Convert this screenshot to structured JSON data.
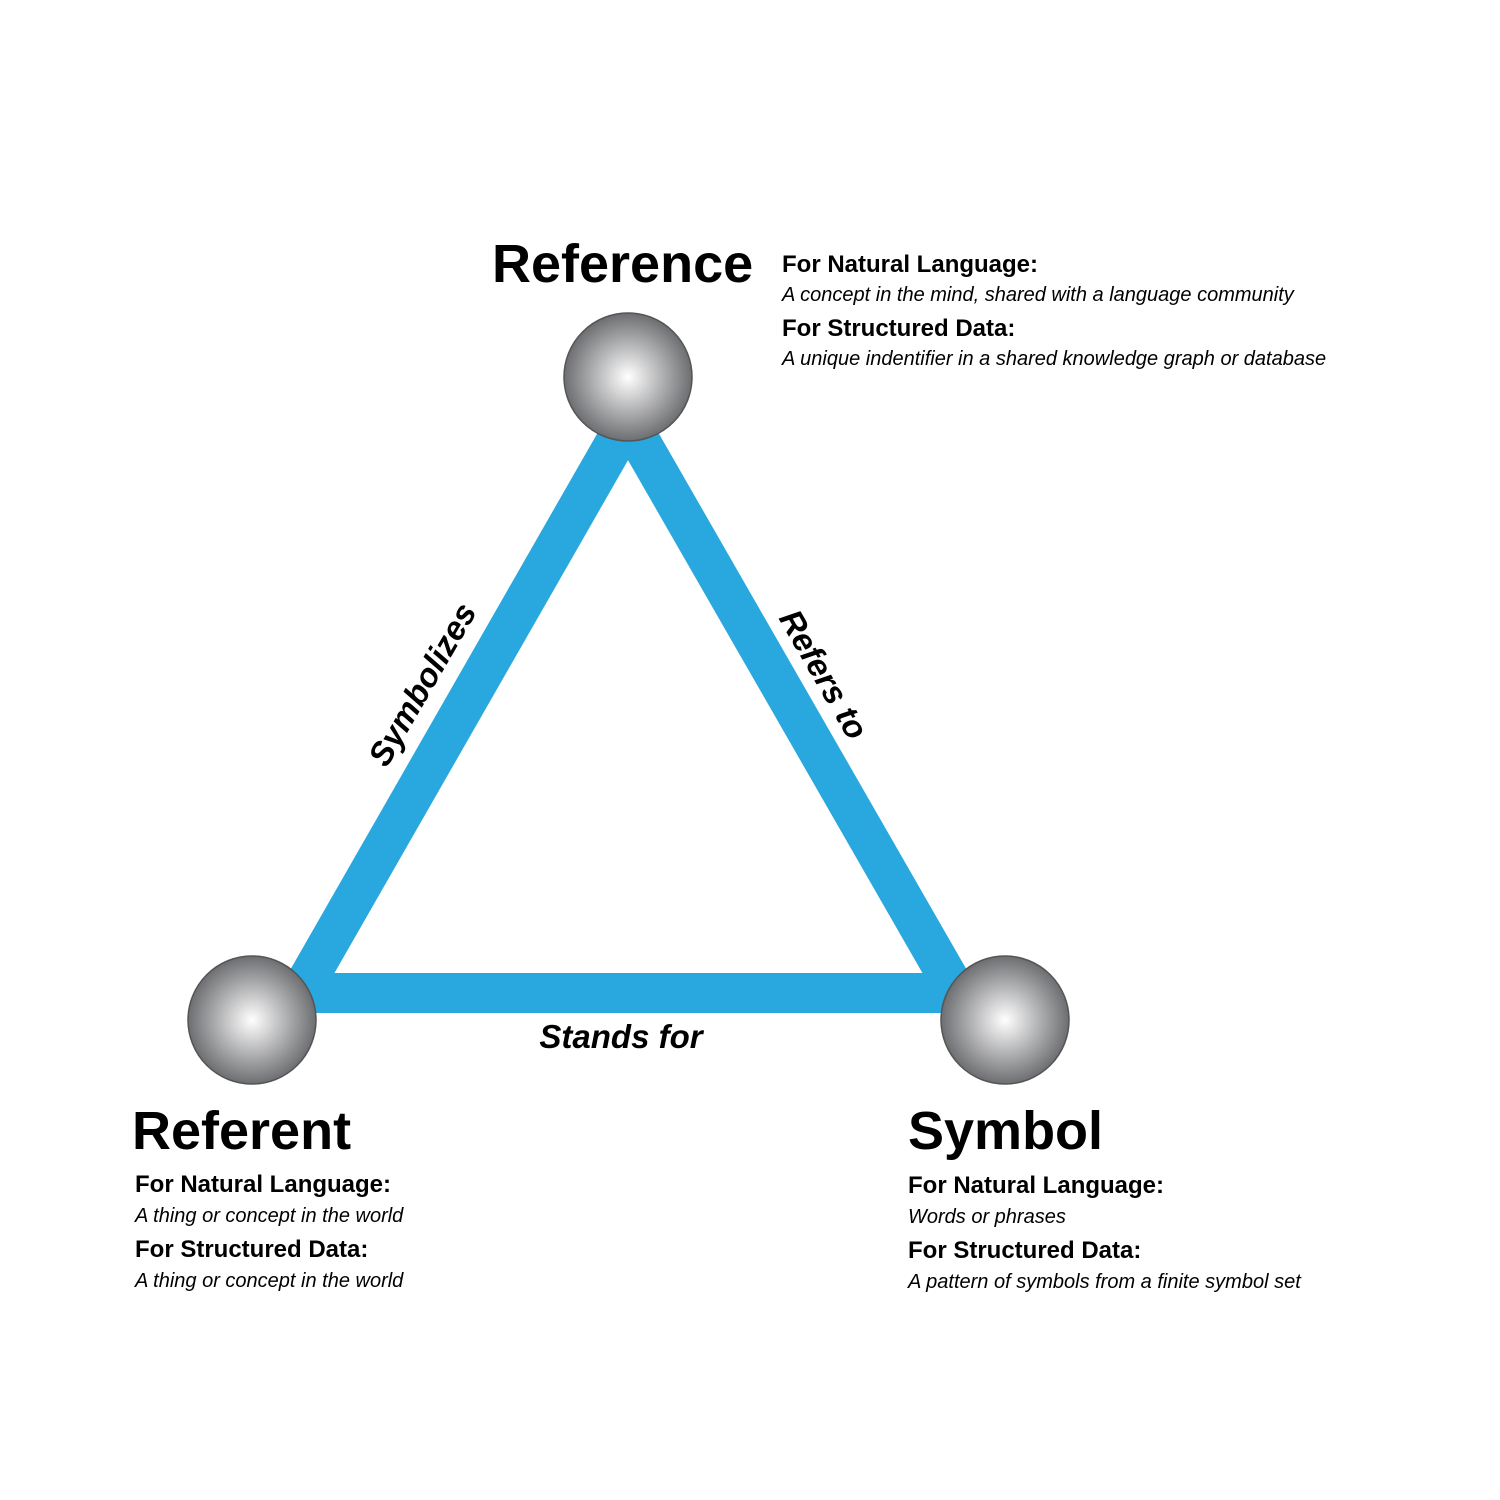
{
  "colors": {
    "edge": "#29a8e0",
    "node_center": "#ffffff",
    "node_edge": "#6d6e71"
  },
  "nodes": {
    "reference": {
      "title": "Reference",
      "nl_heading": "For Natural Language:",
      "nl_text": "A concept in the mind, shared with a language community",
      "sd_heading": "For Structured Data:",
      "sd_text": "A unique indentifier in a shared knowledge graph or database"
    },
    "referent": {
      "title": "Referent",
      "nl_heading": "For Natural Language:",
      "nl_text": "A thing or concept in the world",
      "sd_heading": "For Structured Data:",
      "sd_text": "A thing or concept in the world"
    },
    "symbol": {
      "title": "Symbol",
      "nl_heading": "For Natural Language:",
      "nl_text": "Words or phrases",
      "sd_heading": "For Structured Data:",
      "sd_text": "A pattern of symbols from a finite symbol set"
    }
  },
  "edges": {
    "symbolizes": "Symbolizes",
    "refers_to": "Refers to",
    "stands_for": "Stands for"
  }
}
